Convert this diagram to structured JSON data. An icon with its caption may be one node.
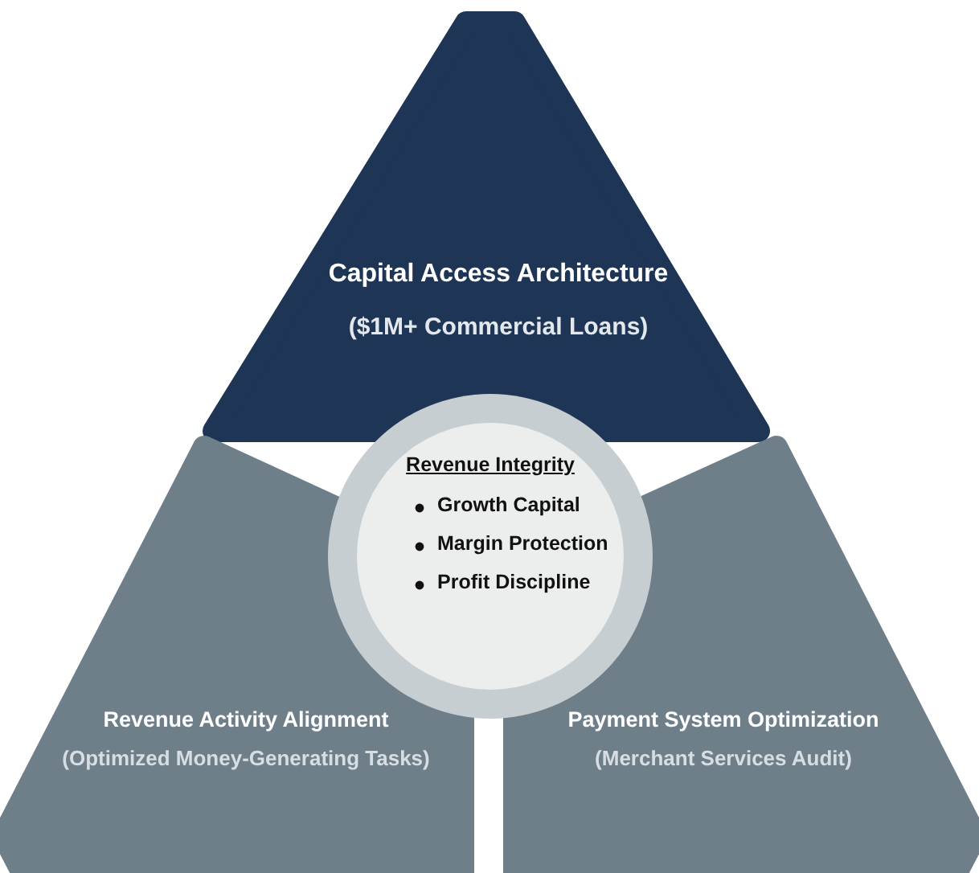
{
  "diagram": {
    "nodes": [
      {
        "text": [
          "Capital Access Architecture",
          "($1M+ Commercial Loans)"
        ]
      },
      {
        "text": [
          "Revenue Activity Alignment",
          "(Optimized Money-Generating Tasks)"
        ]
      },
      {
        "text": [
          "Payment System Optimization",
          "(Merchant Services Audit)"
        ]
      },
      {
        "text": [
          "Revenue Integrity",
          "Growth Capital",
          "Margin Protection",
          "Profit Discipline"
        ]
      }
    ],
    "edges": []
  }
}
